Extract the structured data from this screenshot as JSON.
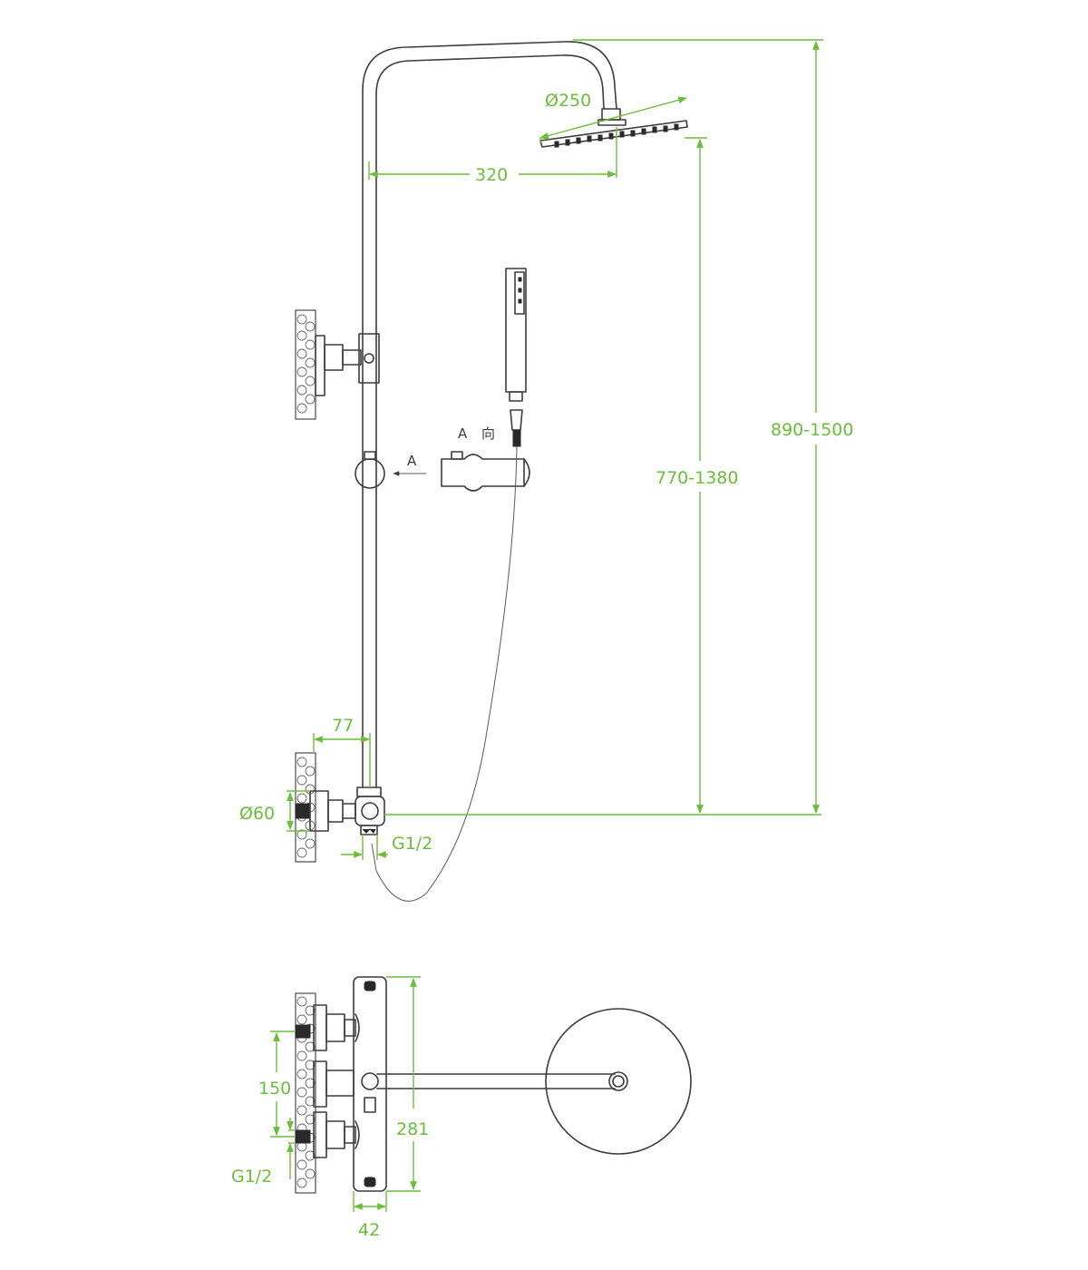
{
  "dimensions": {
    "shower_head_diameter": "Ø250",
    "arm_reach": "320",
    "total_height": "890-1500",
    "head_height": "770-1380",
    "wall_offset": "77",
    "wall_flange_diameter": "Ø60",
    "outlet_thread": "G1/2",
    "inlet_spacing": "150",
    "valve_length": "281",
    "inlet_thread": "G1/2",
    "valve_depth": "42"
  },
  "labels": {
    "view_arrow": "A",
    "view_caption_letter": "A",
    "view_caption_char": "向"
  },
  "colors": {
    "dimension": "#6cbd3c",
    "outline": "#3c3c3c"
  }
}
